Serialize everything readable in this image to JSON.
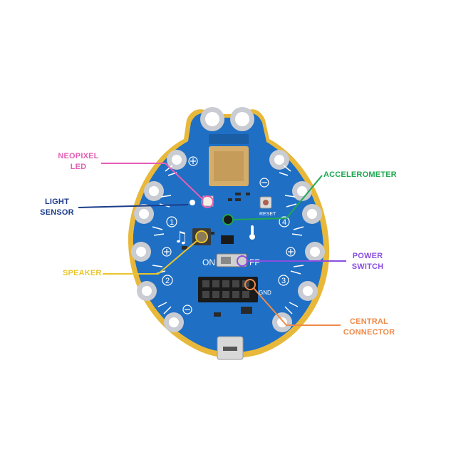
{
  "labels": {
    "neopixel_line1": "NEOPIXEL",
    "neopixel_line2": "LED",
    "light_line1": "LIGHT",
    "light_line2": "SENSOR",
    "speaker": "SPEAKER",
    "accelerometer": "ACCELEROMETER",
    "power_line1": "POWER",
    "power_line2": "SWITCH",
    "central_line1": "CENTRAL",
    "central_line2": "CONNECTOR"
  },
  "board": {
    "pad_numbers": [
      "1",
      "2",
      "3",
      "4"
    ],
    "on_text": "ON",
    "off_text": "FF",
    "reset_text": "RESET",
    "gnd_text": "GND"
  },
  "colors": {
    "neopixel": "#e45fb4",
    "light_sensor": "#1c3c8a",
    "speaker": "#e9c62c",
    "accelerometer": "#1fa852",
    "power_switch": "#8a4fe0",
    "central_connector": "#ee8a4a",
    "board_blue": "#1f6fc4",
    "board_edge": "#e8b83a",
    "pad_silver": "#c9ccd2"
  }
}
